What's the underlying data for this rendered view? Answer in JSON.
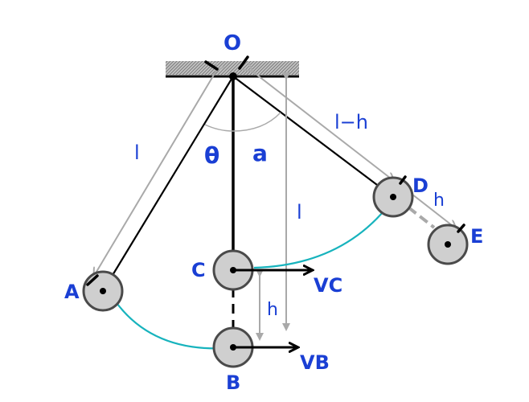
{
  "labels": {
    "pivot": "O",
    "theta": "θ",
    "alpha": "a",
    "length_left": "l",
    "length_center": "l",
    "length_minus_h": "l−h",
    "h_right": "h",
    "h_lower": "h",
    "point_a": "A",
    "point_b": "B",
    "point_c": "C",
    "point_d": "D",
    "point_e": "E",
    "vel_c": "VC",
    "vel_b": "VB"
  },
  "colors": {
    "label_blue": "#1a3fd4",
    "rod": "#000000",
    "dimension_gray": "#a9a9a9",
    "bob_fill": "#cfcfcf",
    "bob_stroke": "#4a4a4a",
    "trajectory_teal": "#17b3bd",
    "ceiling_hatch": "#8c8c8c"
  }
}
